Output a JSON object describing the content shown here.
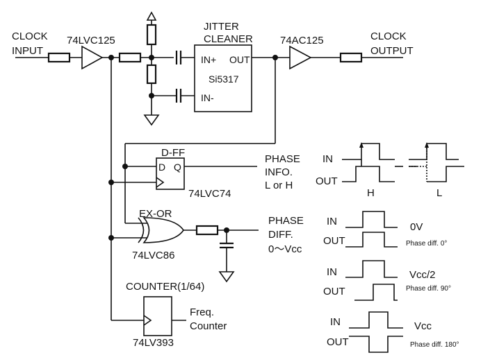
{
  "labels": {
    "clock_input": [
      "CLOCK",
      "INPUT"
    ],
    "buffer1": "74LVC125",
    "jitter_title": [
      "JITTER",
      "CLEANER"
    ],
    "pin_in_plus": "IN+",
    "pin_out": "OUT",
    "chip": "Si5317",
    "pin_in_minus": "IN-",
    "buffer2": "74AC125",
    "clock_output": [
      "CLOCK",
      "OUTPUT"
    ],
    "dff_title": "D-FF",
    "dff_d": "D",
    "dff_q": "Q",
    "dff_part": "74LVC74",
    "phase_info": [
      "PHASE",
      "INFO.",
      "L or H"
    ],
    "xor_title": "EX-OR",
    "xor_part": "74LVC86",
    "phase_diff": [
      "PHASE",
      "DIFF.",
      "0〜Vcc"
    ],
    "counter_title": "COUNTER(1/64)",
    "counter_part": "74LV393",
    "freq_counter": [
      "Freq.",
      "Counter"
    ]
  },
  "waveforms": {
    "dff_in": "IN",
    "dff_out": "OUT",
    "dff_h": "H",
    "dff_l": "L",
    "rows": [
      {
        "in": "IN",
        "out": "OUT",
        "level": "0V",
        "note": "Phase diff. 0°"
      },
      {
        "in": "IN",
        "out": "OUT",
        "level": "Vcc/2",
        "note": "Phase diff. 90°"
      },
      {
        "in": "IN",
        "out": "OUT",
        "level": "Vcc",
        "note": "Phase diff. 180°"
      }
    ]
  }
}
